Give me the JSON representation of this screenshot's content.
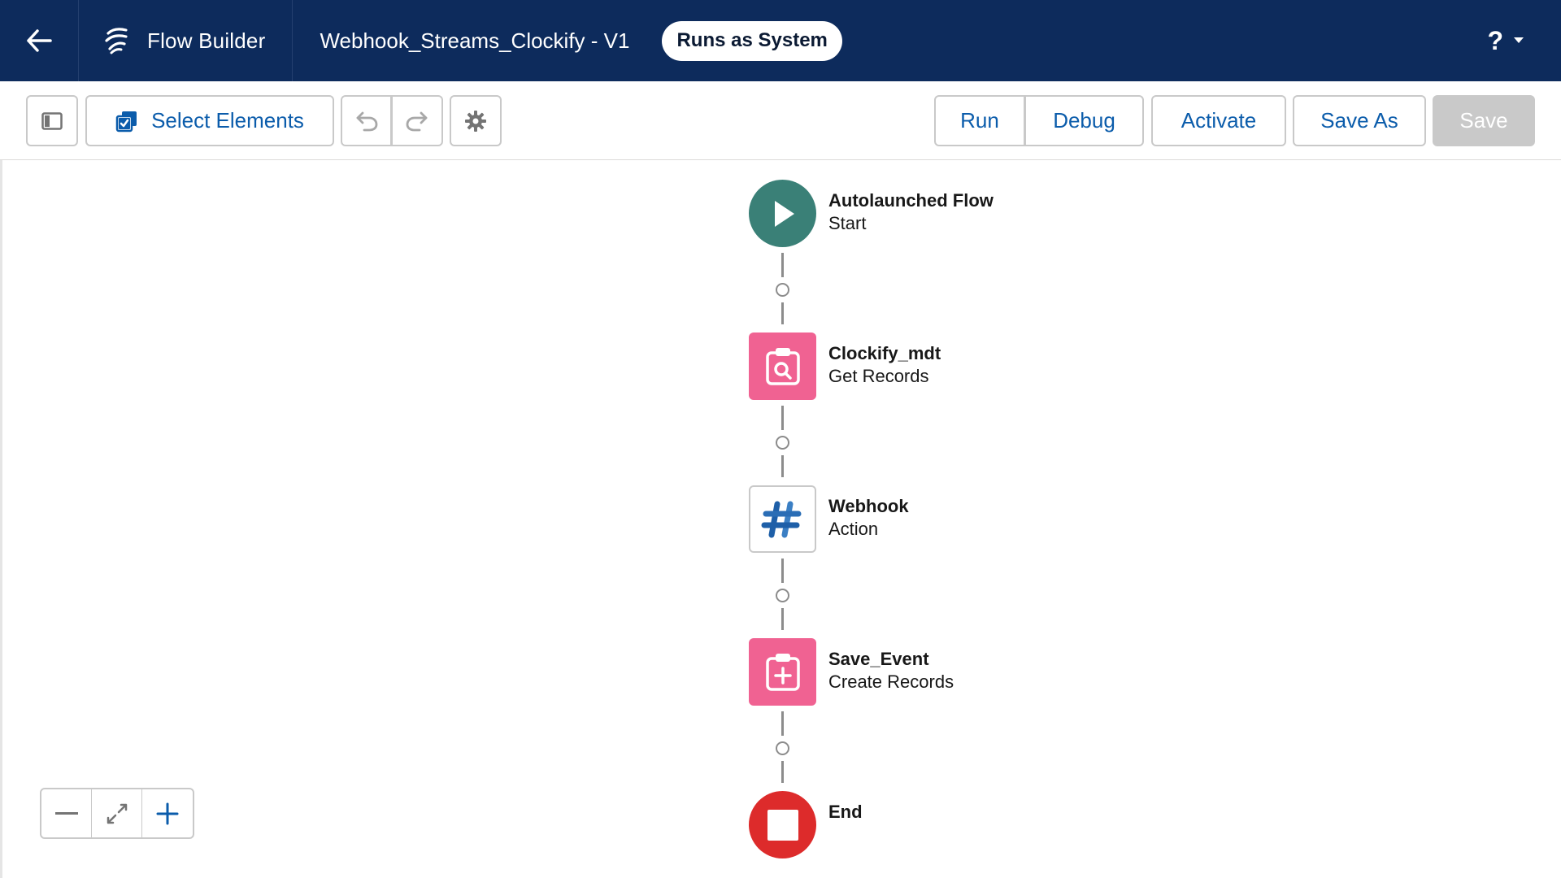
{
  "header": {
    "app_title": "Flow Builder",
    "flow_name": "Webhook_Streams_Clockify - V1",
    "runs_as_label": "Runs as System",
    "help_label": "?"
  },
  "toolbar": {
    "select_elements_label": "Select Elements",
    "run_label": "Run",
    "debug_label": "Debug",
    "activate_label": "Activate",
    "save_as_label": "Save As",
    "save_label": "Save"
  },
  "flow": {
    "nodes": [
      {
        "title": "Autolaunched Flow",
        "subtitle": "Start",
        "icon": "play-icon",
        "color": "#3a8077"
      },
      {
        "title": "Clockify_mdt",
        "subtitle": "Get Records",
        "icon": "get-records-icon",
        "color": "#f06292"
      },
      {
        "title": "Webhook",
        "subtitle": "Action",
        "icon": "slack-hash-icon",
        "color": "#ffffff"
      },
      {
        "title": "Save_Event",
        "subtitle": "Create Records",
        "icon": "create-records-icon",
        "color": "#f06292"
      },
      {
        "title": "End",
        "subtitle": "",
        "icon": "stop-icon",
        "color": "#dd2b2b"
      }
    ]
  },
  "colors": {
    "header_bg": "#0d2b5c",
    "brand_blue": "#0b5cab",
    "border": "#c9c9c9"
  }
}
